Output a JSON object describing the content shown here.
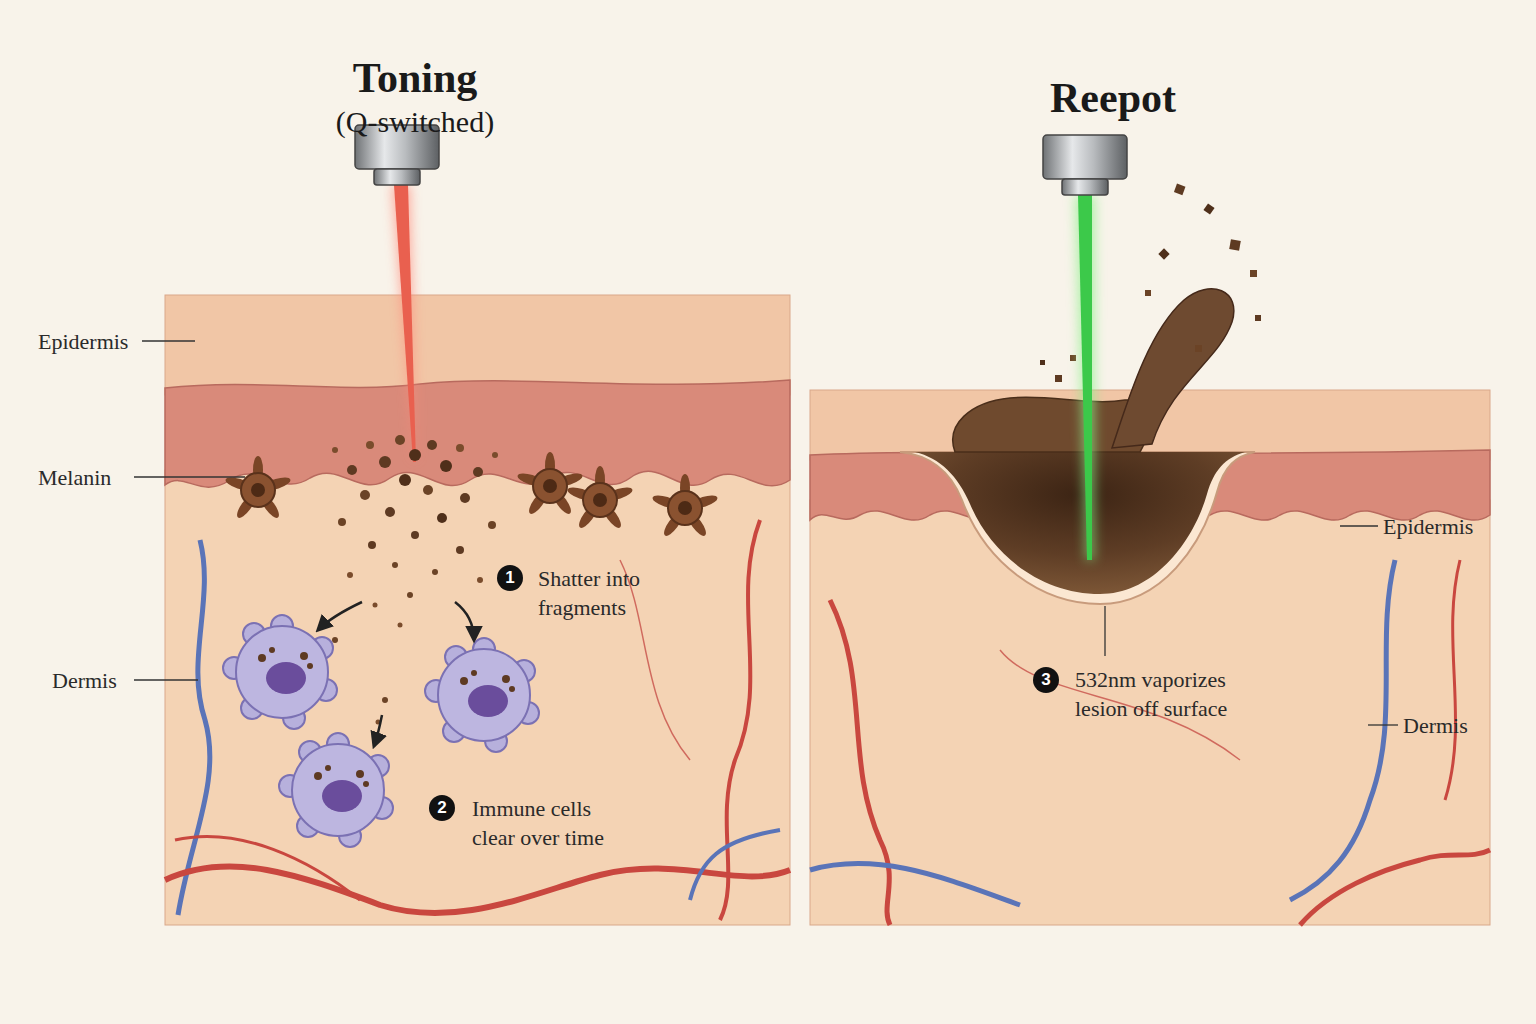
{
  "diagram": {
    "nodes": [
      {
        "text": [
          "Toning",
          "(Q-switched)"
        ]
      },
      {
        "text": [
          "Reepot"
        ]
      }
    ],
    "labels": [
      "Epidermis",
      "Melanin",
      "Dermis",
      "1",
      "Shatter into fragments",
      "2",
      "Immune cells clear over time",
      "Epidermis",
      "3",
      "532nm vaporizes lesion off surface",
      "Dermis"
    ]
  }
}
